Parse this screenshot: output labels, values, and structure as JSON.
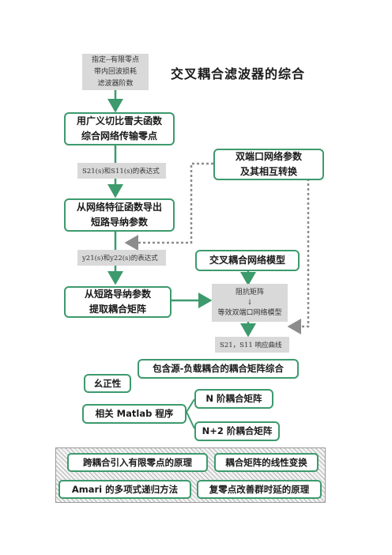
{
  "title": "交叉耦合滤波器的综合",
  "spec_box": [
    "指定--有限零点",
    "带内回波损耗",
    "滤波器阶数"
  ],
  "step1": [
    "用广义切比雪夫函数",
    "综合网络传输零点"
  ],
  "label_s21": "S21(s)和S11(s)的表达式",
  "two_port": [
    "双端口网络参数",
    "及其相互转换"
  ],
  "step2": [
    "从网络特征函数导出",
    "短路导纳参数"
  ],
  "label_y21": "y21(s)和y22(s)的表达式",
  "cross_model": "交叉耦合网络模型",
  "step3": [
    "从短路导纳参数",
    "提取耦合矩阵"
  ],
  "impedance_box": [
    "阻抗矩阵",
    "↓",
    "等效双端口网络模型"
  ],
  "response_label": "S21，S11 响应曲线",
  "source_load": "包含源-负载耦合的耦合矩阵综合",
  "orthogonal": "幺正性",
  "matlab": "相关 Matlab 程序",
  "n_order": "N 阶耦合矩阵",
  "n2_order": "N+2 阶耦合矩阵",
  "bottom": {
    "b1": "跨耦合引入有限零点的原理",
    "b2": "耦合矩阵的线性变换",
    "b3": "Amari 的多项式递归方法",
    "b4": "复零点改善群时延的原理"
  },
  "colors": {
    "accent": "#3d9a6d",
    "gray": "#d9d9d9",
    "dotted": "#8c8c8c"
  }
}
